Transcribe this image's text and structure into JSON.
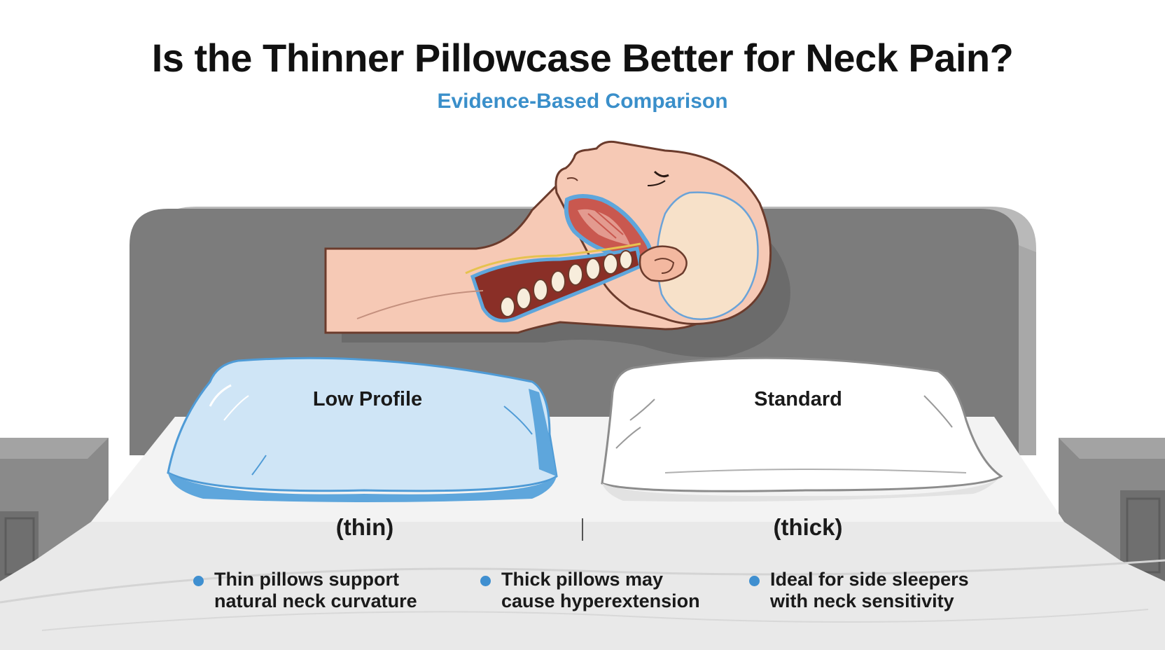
{
  "title": "Is the Thinner Pillowcase Better for Neck Pain?",
  "subtitle": "Evidence-Based Comparison",
  "pillows": [
    {
      "label": "Low Profile",
      "descriptor": "(thin)",
      "color": "#cfe5f6"
    },
    {
      "label": "Standard",
      "descriptor": "(thick)",
      "color": "#ffffff"
    }
  ],
  "bullets": [
    "Thin pillows support natural neck curvature",
    "Thick pillows may cause hyperextension",
    "Ideal for side sleepers with neck sensitivity"
  ],
  "colors": {
    "accent": "#3a8fca",
    "headboard": "#7c7c7c",
    "skin": "#f6c9b5",
    "muscle": "#c9584f",
    "spine": "#f7eddc"
  }
}
